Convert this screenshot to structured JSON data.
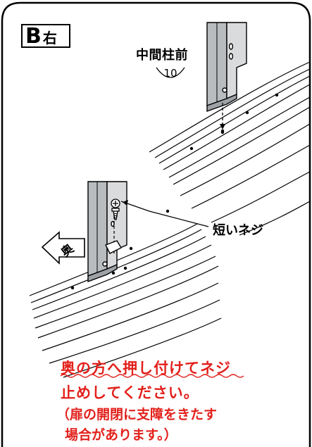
{
  "step": {
    "label_letter": "B",
    "label_side": "右"
  },
  "callouts": {
    "part_name": "中間柱前",
    "part_number": "10",
    "screw": "短いネジ",
    "direction_arrow": "奥"
  },
  "note": {
    "line1": "奥の方へ押し付けてネジ",
    "line2": "止めしてください。",
    "line3": "（扉の開閉に支障をきたす",
    "line4": "場合があります。）",
    "color": "#e2211c"
  }
}
